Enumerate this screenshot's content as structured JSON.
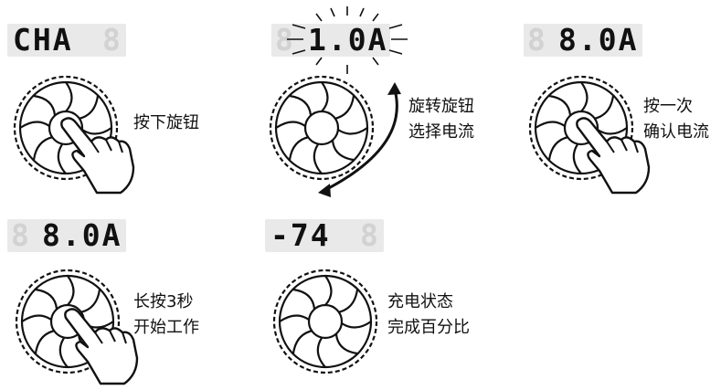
{
  "steps": [
    {
      "display": "CHA",
      "lines": [
        "按下旋钮"
      ]
    },
    {
      "display": "1.0A",
      "lines": [
        "旋转旋钮",
        "选择电流"
      ]
    },
    {
      "display": "8.0A",
      "lines": [
        "按一次",
        "确认电流"
      ]
    },
    {
      "display": "8.0A",
      "lines": [
        "长按3秒",
        "开始工作"
      ]
    },
    {
      "display": "-74",
      "lines": [
        "充电状态",
        "完成百分比"
      ]
    }
  ],
  "ghost_digit": "8"
}
